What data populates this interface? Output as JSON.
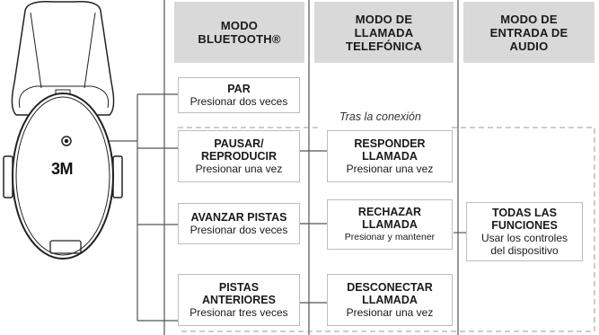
{
  "headers": {
    "bluetooth": [
      "MODO",
      "BLUETOOTH®"
    ],
    "telefono": [
      "MODO DE",
      "LLAMADA",
      "TELEFÓNICA"
    ],
    "audio": [
      "MODO  DE",
      "ENTRADA DE",
      "AUDIO"
    ]
  },
  "device": {
    "logo": "3M"
  },
  "after_connection_note": "Tras la conexión",
  "bluetooth_boxes": [
    {
      "title": [
        "PAR"
      ],
      "sub": "Presionar dos veces"
    },
    {
      "title": [
        "PAUSAR/",
        "REPRODUCIR"
      ],
      "sub": "Presionar una vez"
    },
    {
      "title": [
        "AVANZAR PISTAS"
      ],
      "sub": "Presionar dos veces"
    },
    {
      "title": [
        "PISTAS",
        "ANTERIORES"
      ],
      "sub": "Presionar tres veces"
    }
  ],
  "phone_boxes": [
    {
      "title": [
        "RESPONDER",
        "LLAMADA"
      ],
      "sub": "Presionar una vez"
    },
    {
      "title": [
        "RECHAZAR",
        "LLAMADA"
      ],
      "sub": "Presionar y mantener"
    },
    {
      "title": [
        "DESCONECTAR",
        "LLAMADA"
      ],
      "sub": "Presionar una vez"
    }
  ],
  "audio_box": {
    "title": [
      "TODAS LAS",
      "FUNCIONES"
    ],
    "sub": [
      "Usar los controles",
      "del dispositivo"
    ]
  },
  "colors": {
    "header_bg": "#d9d9d9",
    "box_border": "#bdbdbd",
    "divider": "#555555",
    "dash": "#9a9a9a"
  }
}
